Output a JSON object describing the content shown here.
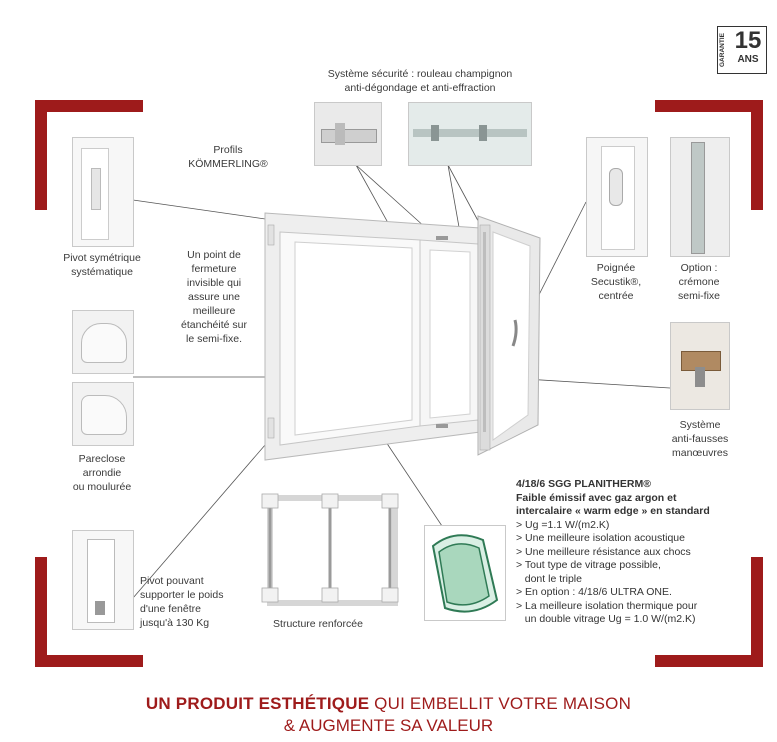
{
  "guarantee": {
    "side": "GARANTIE",
    "number": "15",
    "unit": "ANS"
  },
  "labels": {
    "securite": "Système sécurité : rouleau champignon\nanti-dégondage et anti-effraction",
    "profils": "Profils\nKÖMMERLING®",
    "pivot_sym": "Pivot symétrique\nsystématique",
    "fermeture": "Un point de\nfermeture\ninvisible qui\nassure une\nmeilleure\nétanchéité sur\nle semi-fixe.",
    "poignee": "Poignée\nSecustik®,\ncentrée",
    "cremone": "Option :\ncrémone\nsemi-fixe",
    "pareclose": "Pareclose\narrondie\nou moulurée",
    "anti_fausses": "Système\nanti-fausses\nmanœuvres",
    "pivot_poids": "Pivot pouvant\nsupporter le poids\nd'une fenêtre\njusqu'à 130 Kg",
    "structure": "Structure renforcée"
  },
  "glazing": {
    "title": "4/18/6 SGG PLANITHERM®",
    "subtitle": "Faible émissif avec gaz argon et\nintercalaire « warm edge » en standard",
    "items": [
      "> Ug =1.1 W/(m2.K)",
      "> Une meilleure isolation acoustique",
      "> Une meilleure résistance aux chocs",
      "> Tout type de vitrage possible,\n   dont le triple",
      "> En option : 4/18/6 ULTRA ONE.",
      "> La meilleure isolation thermique pour\n   un double vitrage Ug = 1.0 W/(m2.K)"
    ]
  },
  "footer": {
    "line1_bold": "UN PRODUIT ESTHÉTIQUE",
    "line1_rest": " QUI EMBELLIT VOTRE MAISON",
    "line2": "& AUGMENTE SA VALEUR"
  },
  "colors": {
    "accent": "#9e1b1b",
    "frame": "#ececec",
    "glass": "#2f7a55"
  }
}
